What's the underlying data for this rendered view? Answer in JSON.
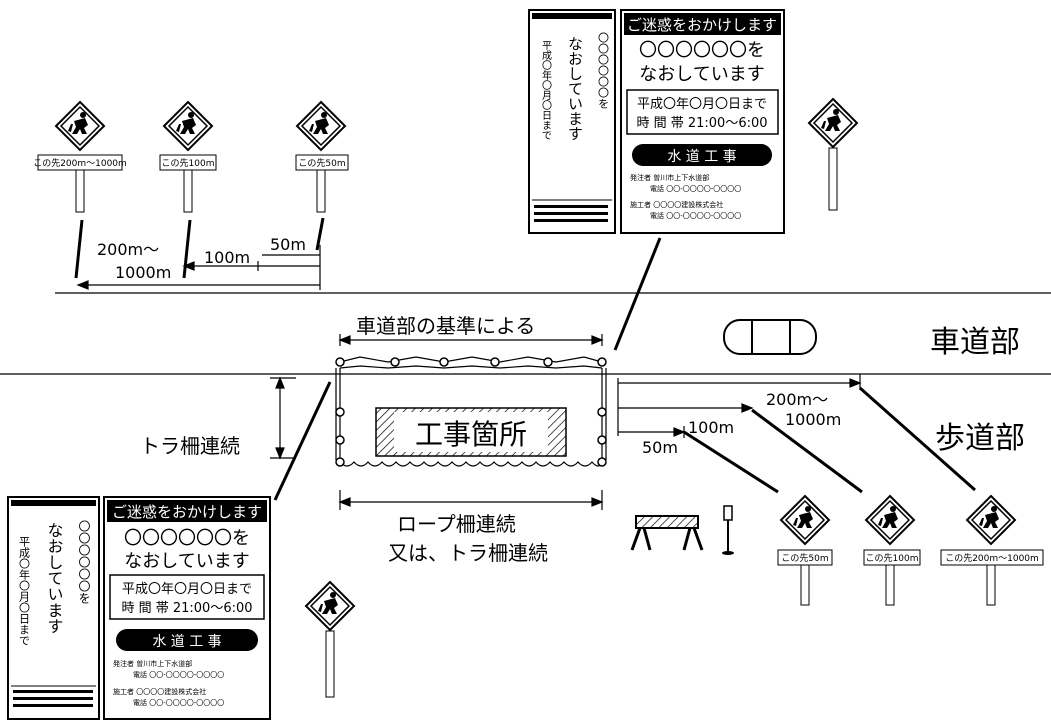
{
  "labels": {
    "roadway_standard": "車道部の基準による",
    "roadway": "車道部",
    "sidewalk": "歩道部",
    "worksite": "工事箇所",
    "tora_fence": "トラ柵連続",
    "rope_fence_1": "ロープ柵連続",
    "rope_fence_2": "又は、トラ柵連続"
  },
  "distances_top": {
    "d1_a": "200m～",
    "d1_b": "1000m",
    "d2": "100m",
    "d3": "50m"
  },
  "distances_right": {
    "d1": "50m",
    "d2": "100m",
    "d3_a": "200m～",
    "d3_b": "1000m"
  },
  "warning_signs_top": [
    "この先200m～1000m",
    "この先100m",
    "この先50m"
  ],
  "warning_signs_bottom": [
    "この先50m",
    "この先100m",
    "この先200m～1000m"
  ],
  "info_board": {
    "header": "ご迷惑をおかけします",
    "line1": "〇〇〇〇〇〇を",
    "line2": "なおしています",
    "date": "平成〇年〇月〇日まで",
    "time": "時 間 帯 21:00～6:00",
    "work_type": "水 道 工 事",
    "orderer": "発注者 曽川市上下水道部",
    "orderer_tel": "電話 〇〇-〇〇〇〇-〇〇〇〇",
    "contractor": "施工者 〇〇〇〇建設株式会社",
    "contractor_tel": "電話 〇〇-〇〇〇〇-〇〇〇〇"
  },
  "narrow_board": {
    "col1": "〇〇〇〇〇〇を",
    "col2": "なおしています",
    "col3": "平成〇年〇月〇日まで"
  }
}
